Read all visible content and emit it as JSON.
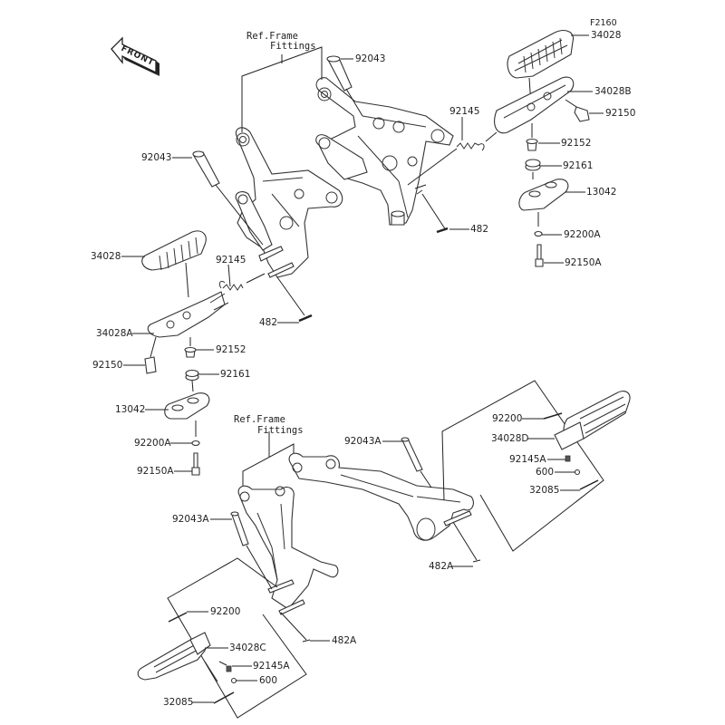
{
  "diagram": {
    "figure_code": "F2160",
    "front_indicator": "FRONT",
    "ref_notes": [
      {
        "line1": "Ref.Frame",
        "line2": "Fittings"
      },
      {
        "line1": "Ref.Frame",
        "line2": "Fittings"
      }
    ],
    "callouts": [
      {
        "id": "34028-top-right",
        "part": "34028"
      },
      {
        "id": "34028B",
        "part": "34028B"
      },
      {
        "id": "92150-right",
        "part": "92150"
      },
      {
        "id": "92145-right",
        "part": "92145"
      },
      {
        "id": "92152-right",
        "part": "92152"
      },
      {
        "id": "92161-right",
        "part": "92161"
      },
      {
        "id": "13042-right",
        "part": "13042"
      },
      {
        "id": "482-right",
        "part": "482"
      },
      {
        "id": "92200A-right",
        "part": "92200A"
      },
      {
        "id": "92150A-right",
        "part": "92150A"
      },
      {
        "id": "92043-top",
        "part": "92043"
      },
      {
        "id": "92043-left",
        "part": "92043"
      },
      {
        "id": "34028-left",
        "part": "34028"
      },
      {
        "id": "92145-left",
        "part": "92145"
      },
      {
        "id": "482-left",
        "part": "482"
      },
      {
        "id": "34028A",
        "part": "34028A"
      },
      {
        "id": "92152-left",
        "part": "92152"
      },
      {
        "id": "92150-left",
        "part": "92150"
      },
      {
        "id": "92161-left",
        "part": "92161"
      },
      {
        "id": "13042-left",
        "part": "13042"
      },
      {
        "id": "92200A-left",
        "part": "92200A"
      },
      {
        "id": "92150A-left",
        "part": "92150A"
      },
      {
        "id": "92043A-mid",
        "part": "92043A"
      },
      {
        "id": "92200-right",
        "part": "92200"
      },
      {
        "id": "34028D",
        "part": "34028D"
      },
      {
        "id": "92145A-right",
        "part": "92145A"
      },
      {
        "id": "600-right",
        "part": "600"
      },
      {
        "id": "32085-right",
        "part": "32085"
      },
      {
        "id": "92043A-left",
        "part": "92043A"
      },
      {
        "id": "482A-mid",
        "part": "482A"
      },
      {
        "id": "92200-left",
        "part": "92200"
      },
      {
        "id": "34028C",
        "part": "34028C"
      },
      {
        "id": "482A-bottom",
        "part": "482A"
      },
      {
        "id": "92145A-left",
        "part": "92145A"
      },
      {
        "id": "600-left",
        "part": "600"
      },
      {
        "id": "32085-left",
        "part": "32085"
      }
    ]
  }
}
